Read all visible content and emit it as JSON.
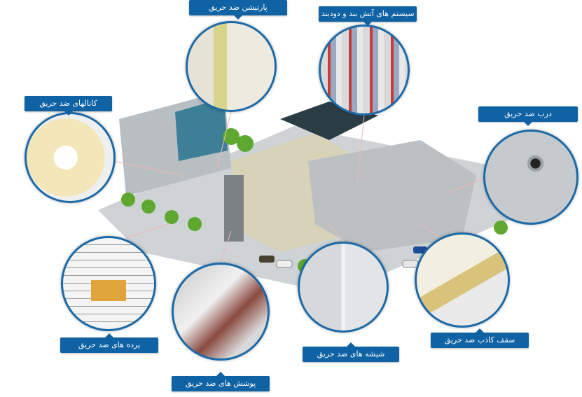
{
  "accent_color": "#0f62a3",
  "callouts": [
    {
      "id": "partition",
      "label": "پارتیشن ضد حریق"
    },
    {
      "id": "firestop",
      "label": "سیستم های آتش بند و دودبند"
    },
    {
      "id": "ducts",
      "label": "کانالهای ضد حریق"
    },
    {
      "id": "door",
      "label": "درب ضد حریق"
    },
    {
      "id": "curtains",
      "label": "پرده های ضد حریق"
    },
    {
      "id": "coatings",
      "label": "پوشش های ضد حریق"
    },
    {
      "id": "glass",
      "label": "شیشه های ضد حریق"
    },
    {
      "id": "ceiling",
      "label": "سقف کاذب ضد حریق"
    }
  ]
}
